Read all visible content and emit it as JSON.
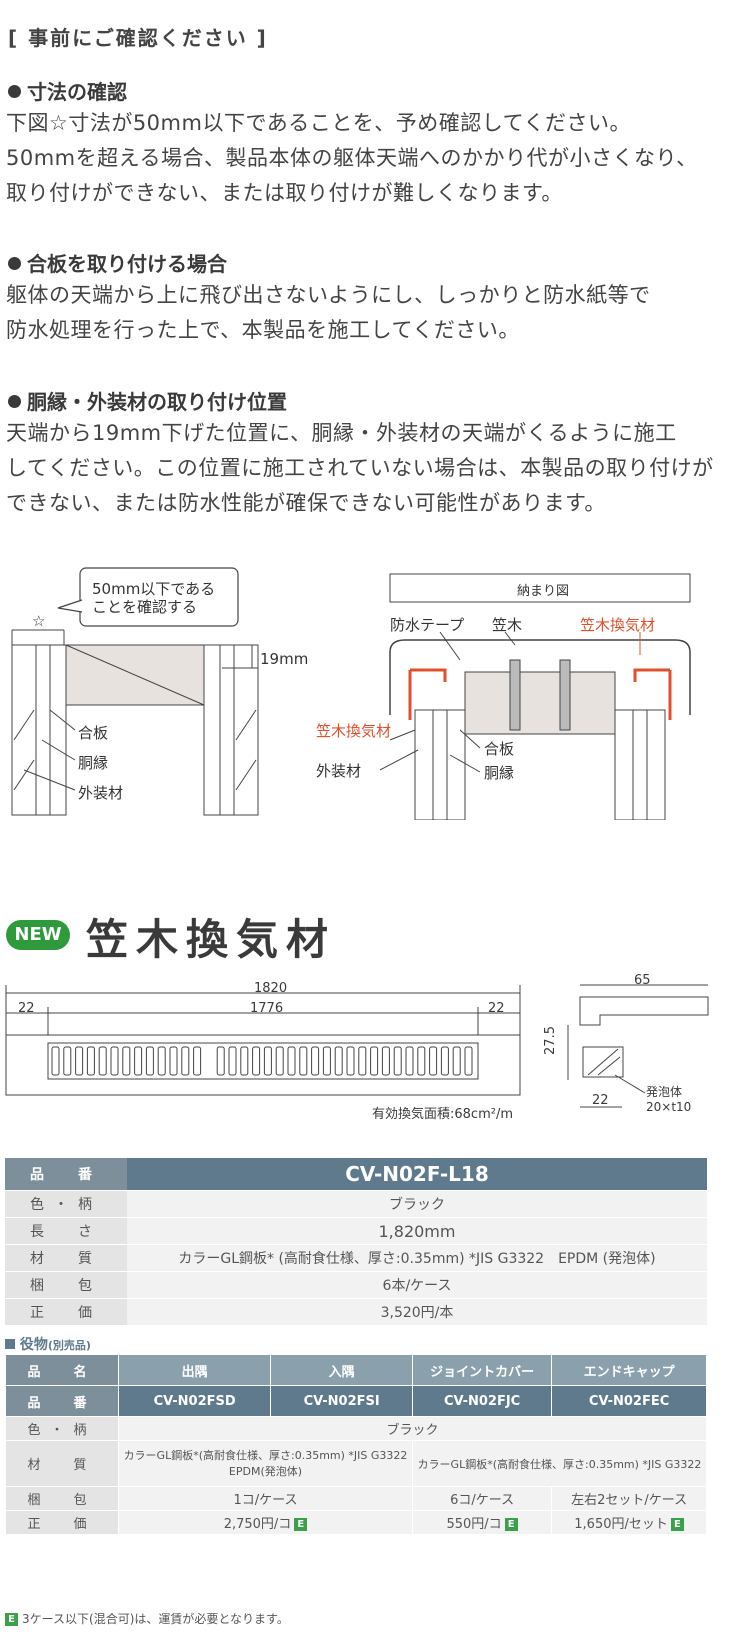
{
  "header": "[ 事前にご確認ください ]",
  "sections": [
    {
      "title": "寸法の確認",
      "lines": [
        "下図☆寸法が50mm以下であることを、予め確認してください。",
        "50mmを超える場合、製品本体の躯体天端へのかかり代が小さくなり、",
        "取り付けができない、または取り付けが難しくなります。"
      ]
    },
    {
      "title": "合板を取り付ける場合",
      "lines": [
        "躯体の天端から上に飛び出さないようにし、しっかりと防水紙等で",
        "防水処理を行った上で、本製品を施工してください。"
      ]
    },
    {
      "title": "胴縁・外装材の取り付け位置",
      "lines": [
        "天端から19mm下げた位置に、胴縁・外装材の天端がくるように施工",
        "してください。この位置に施工されていない場合は、本製品の取り付けが",
        "できない、または防水性能が確保できない可能性があります。"
      ]
    }
  ],
  "diagram_left": {
    "callout": [
      "50mm以下である",
      "ことを確認する"
    ],
    "star": "☆",
    "dim_19": "19mm",
    "labels": [
      "合板",
      "胴縁",
      "外装材"
    ]
  },
  "diagram_right": {
    "title": "納まり図",
    "labels_top": [
      "防水テープ",
      "笠木",
      "笠木換気材"
    ],
    "label_left_red": "笠木換気材",
    "label_outer": "外装材",
    "labels_inner": [
      "合板",
      "胴縁"
    ]
  },
  "product": {
    "new_badge": "NEW",
    "title": "笠木換気材",
    "dims": {
      "total": "1820",
      "inner": "1776",
      "left": "22",
      "right": "22",
      "side_w": "65",
      "side_h": "27.5",
      "side_b": "22",
      "foam": [
        "発泡体",
        "20×t10"
      ]
    },
    "vent_area": "有効換気面積:68cm²/m"
  },
  "spec": {
    "header_key": "品　番",
    "header_val": "CV-N02F-L18",
    "rows": [
      {
        "k": "色・柄",
        "v": "ブラック"
      },
      {
        "k": "長　さ",
        "v": "1,820mm"
      },
      {
        "k": "材　質",
        "v": "カラーGL鋼板* (高耐食仕様、厚さ:0.35mm) *JIS G3322　EPDM (発泡体)"
      },
      {
        "k": "梱　包",
        "v": "6本/ケース"
      }
    ],
    "price_key": "正　価",
    "price": "3,520円/本"
  },
  "accessories": {
    "title": "役物",
    "subtitle": "(別売品)",
    "name_key": "品　名",
    "names": [
      "出隅",
      "入隅",
      "ジョイントカバー",
      "エンドキャップ"
    ],
    "code_key": "品　番",
    "codes": [
      "CV-N02FSD",
      "CV-N02FSI",
      "CV-N02FJC",
      "CV-N02FEC"
    ],
    "color_key": "色・柄",
    "color": "ブラック",
    "material_key": "材　質",
    "material_a": [
      "カラーGL鋼板*(高耐食仕様、厚さ:0.35mm) *JIS G3322",
      "EPDM(発泡体)"
    ],
    "material_b": "カラーGL鋼板*(高耐食仕様、厚さ:0.35mm) *JIS G3322",
    "pack_key": "梱　包",
    "pack_a": "1コ/ケース",
    "pack_b": "6コ/ケース",
    "pack_c": "左右2セット/ケース",
    "price_key": "正　価",
    "price_a": "2,750円/コ",
    "price_b": "550円/コ",
    "price_c": "1,650円/セット",
    "badge": "E"
  },
  "footnote": {
    "badge": "E",
    "text": "3ケース以下(混合可)は、運賃が必要となります。"
  }
}
